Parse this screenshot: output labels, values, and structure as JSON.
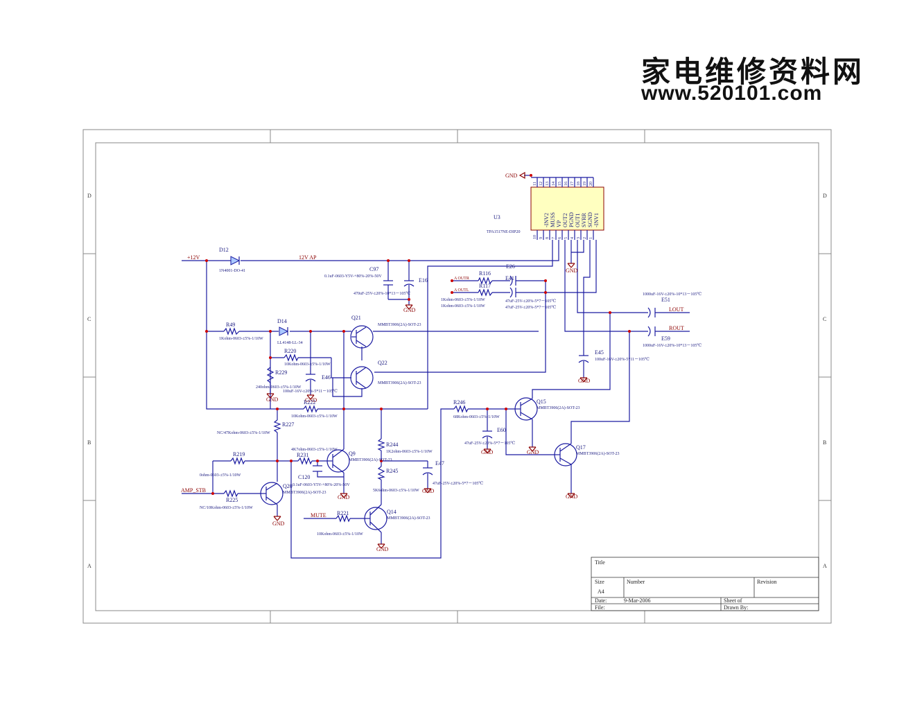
{
  "watermark": {
    "line1": "家电维修资料网",
    "line2": "www.520101.com"
  },
  "zones": {
    "rows": [
      "D",
      "C",
      "B",
      "A"
    ]
  },
  "chip": {
    "ref": "U3",
    "part": "TPA1517NE-DIP20",
    "pins_top": [
      "11",
      "12",
      "13",
      "14",
      "15",
      "16",
      "17",
      "18",
      "19",
      "20"
    ],
    "pins_bottom": [
      "10",
      "9",
      "8",
      "7",
      "6",
      "5",
      "4",
      "3",
      "2",
      "1"
    ],
    "pin_names": [
      "-INV2",
      "MUSS",
      "VP",
      "OUT2",
      "PGND",
      "OUT1",
      "SVRR",
      "SGND",
      "-INV1"
    ]
  },
  "nets": {
    "plus12v": "+12V",
    "v12ap": "12V AP",
    "aoutr": "A OUTR",
    "aoutl": "A OUTL",
    "lout": "LOUT",
    "rout": "ROUT",
    "amp_stb": "AMP_STB",
    "mute": "MUTE",
    "gnd": "GND"
  },
  "parts": {
    "D12": {
      "ref": "D12",
      "val": "1N4001-DO-41"
    },
    "D14": {
      "ref": "D14",
      "val": "LL4148-LL-34"
    },
    "C97": {
      "ref": "C97",
      "val": "0.1uF-0603-Y5V-+80%-20%-50V"
    },
    "E16": {
      "ref": "E16",
      "val": "470uF-25V-±20%-10*13－105℃"
    },
    "R116": {
      "ref": "R116",
      "val": "1Kohm-0603-±5%-1/10W"
    },
    "R117": {
      "ref": "R117",
      "val": "1Kohm-0603-±5%-1/10W"
    },
    "E26": {
      "ref": "E26",
      "val": "47uF-25V-±20%-5*7－105℃"
    },
    "E41": {
      "ref": "E41",
      "val": "47uF-25V-±20%-5*7－105℃"
    },
    "E51": {
      "ref": "E51",
      "val": "1000uF-16V-±20%-10*13－105℃"
    },
    "E59": {
      "ref": "E59",
      "val": "1000uF-16V-±20%-10*13－105℃"
    },
    "E45": {
      "ref": "E45",
      "val": "100uF-16V-±20%-5*11－105℃"
    },
    "R49": {
      "ref": "R49",
      "val": "1Kohm-0603-±5%-1/10W"
    },
    "R220": {
      "ref": "R220",
      "val": "10Kohm-0603-±5%-1/10W"
    },
    "R229": {
      "ref": "R229",
      "val": "240ohm-0603-±5%-1/10W"
    },
    "E46": {
      "ref": "E46",
      "val": "100uF-16V-±20%-5*11－105℃"
    },
    "Q21": {
      "ref": "Q21",
      "val": "MMBT3906(2A)-SOT-23"
    },
    "Q22": {
      "ref": "Q22",
      "val": "MMBT3906(2A)-SOT-23"
    },
    "R222": {
      "ref": "R222",
      "val": "10Kohm-0603-±5%-1/10W"
    },
    "R227": {
      "ref": "R227",
      "val": "NC/47Kohm-0603-±5%-1/10W"
    },
    "R219": {
      "ref": "R219",
      "val": "0ohm-0603-±5%-1/10W"
    },
    "R225": {
      "ref": "R225",
      "val": "NC/10Kohm-0603-±5%-1/10W"
    },
    "Q20": {
      "ref": "Q20",
      "val": "MMBT3906(2A)-SOT-23"
    },
    "R231": {
      "ref": "R231",
      "val": "4K7ohm-0603-±5%-1/10W"
    },
    "C120": {
      "ref": "C120",
      "val": "0.1uF-0603-Y5V-+80%-20%-50V"
    },
    "Q9": {
      "ref": "Q9",
      "val": "MMBT3906(2A)-SOT-23"
    },
    "R244": {
      "ref": "R244",
      "val": "1K2ohm-0603-±5%-1/10W"
    },
    "R245": {
      "ref": "R245",
      "val": "5K6ohm-0603-±5%-1/10W"
    },
    "E47": {
      "ref": "E47",
      "val": "47uF-25V-±20%-5*7－105℃"
    },
    "R221": {
      "ref": "R221",
      "val": "10Kohm-0603-±5%-1/10W"
    },
    "Q14": {
      "ref": "Q14",
      "val": "MMBT3906(2A)-SOT-23"
    },
    "R246": {
      "ref": "R246",
      "val": "68Kohm-0603-±5%-1/10W"
    },
    "E60": {
      "ref": "E60",
      "val": "47uF-25V-±20%-5*7－105℃"
    },
    "Q15": {
      "ref": "Q15",
      "val": "MMBT3906(2A)-SOT-23"
    },
    "Q17": {
      "ref": "Q17",
      "val": "MMBT3906(2A)-SOT-23"
    }
  },
  "title_block": {
    "title_label": "Title",
    "size_label": "Size",
    "size_value": "A4",
    "number_label": "Number",
    "revision_label": "Revision",
    "date_label": "Date:",
    "date_value": "9-Mar-2006",
    "file_label": "File:",
    "sheet_label": "Sheet    of",
    "drawn_label": "Drawn By:"
  }
}
